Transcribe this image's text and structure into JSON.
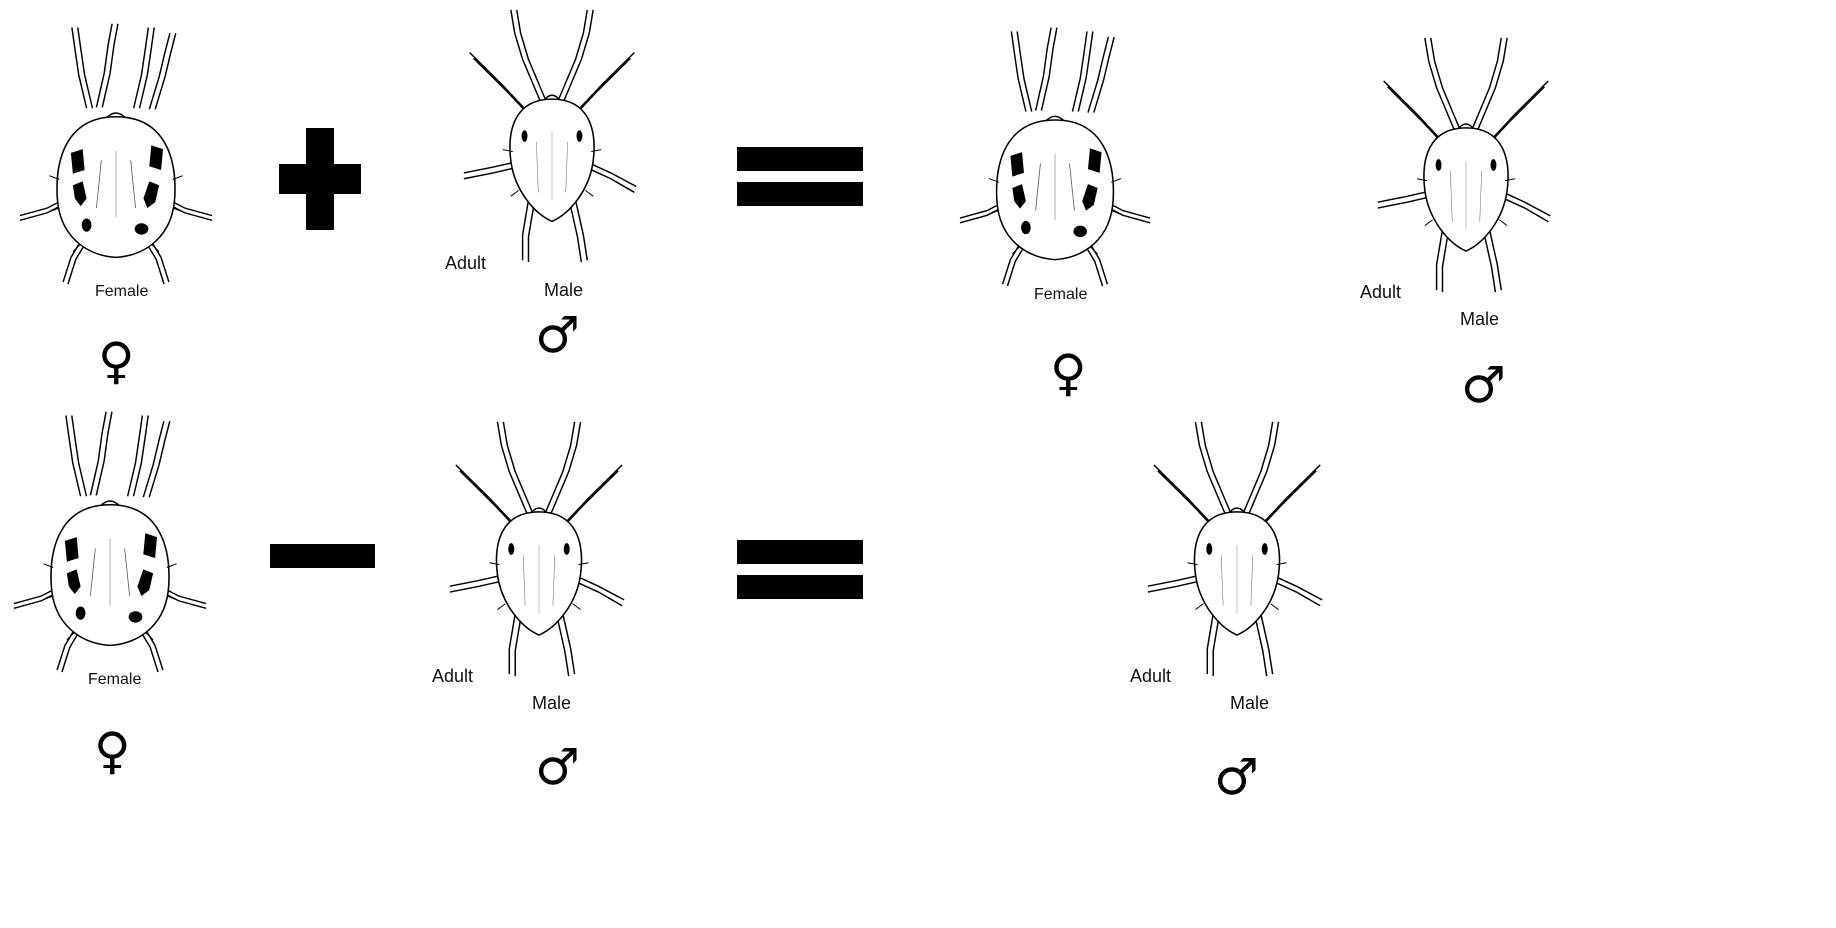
{
  "labels": {
    "female": "Female",
    "male": "Male",
    "adult": "Adult"
  },
  "symbols": {
    "female": "♀",
    "male": "♂"
  },
  "icons": {
    "female_mite": "spider-mite-female-icon",
    "male_mite": "spider-mite-male-icon",
    "plus": "plus-icon",
    "minus": "minus-icon",
    "equals": "equals-icon"
  }
}
